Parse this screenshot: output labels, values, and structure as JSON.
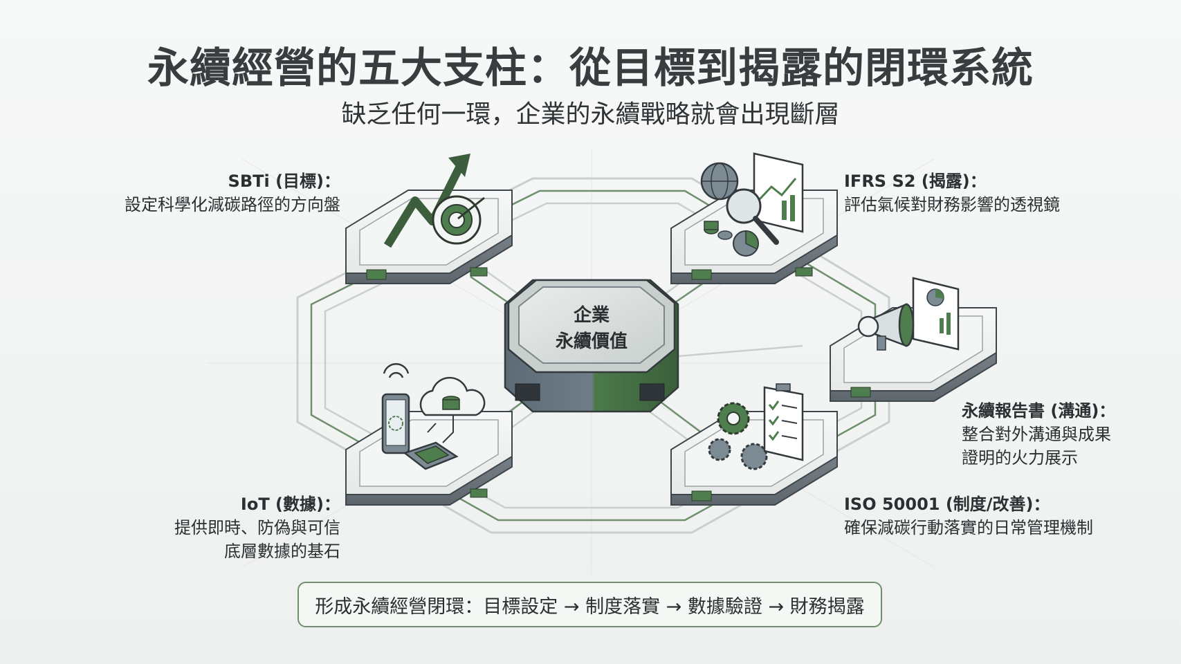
{
  "title": "永續經營的五大支柱：從目標到揭露的閉環系統",
  "subtitle": "缺乏任何一環，企業的永續戰略就會出現斷層",
  "hub": {
    "line1": "企業",
    "line2": "永續價值"
  },
  "pillars": {
    "sbti": {
      "title": "SBTi (目標)：",
      "desc": [
        "設定科學化減碳路徑的方向盤"
      ],
      "icon": "arrow-target-icon"
    },
    "ifrs": {
      "title": "IFRS S2 (揭露)：",
      "desc": [
        "評估氣候對財務影響的透視鏡"
      ],
      "icon": "magnifier-chart-icon"
    },
    "report": {
      "title": "永續報告書 (溝通)：",
      "desc": [
        "整合對外溝通與成果",
        "證明的火力展示"
      ],
      "icon": "megaphone-report-icon"
    },
    "iso": {
      "title": "ISO 50001 (制度/改善)：",
      "desc": [
        "確保減碳行動落實的日常管理機制"
      ],
      "icon": "gears-checklist-icon"
    },
    "iot": {
      "title": "IoT (數據)：",
      "desc": [
        "提供即時、防偽與可信",
        "底層數據的基石"
      ],
      "icon": "phone-cloud-chip-icon"
    }
  },
  "footer": "形成永續經營閉環：目標設定 → 制度落實 → 數據驗證 → 財務揭露",
  "colors": {
    "accent_green": "#4e7d4e",
    "dark_green": "#3d5e3d",
    "slate": "#5b6a76",
    "platform_light": "#eef0ef"
  }
}
